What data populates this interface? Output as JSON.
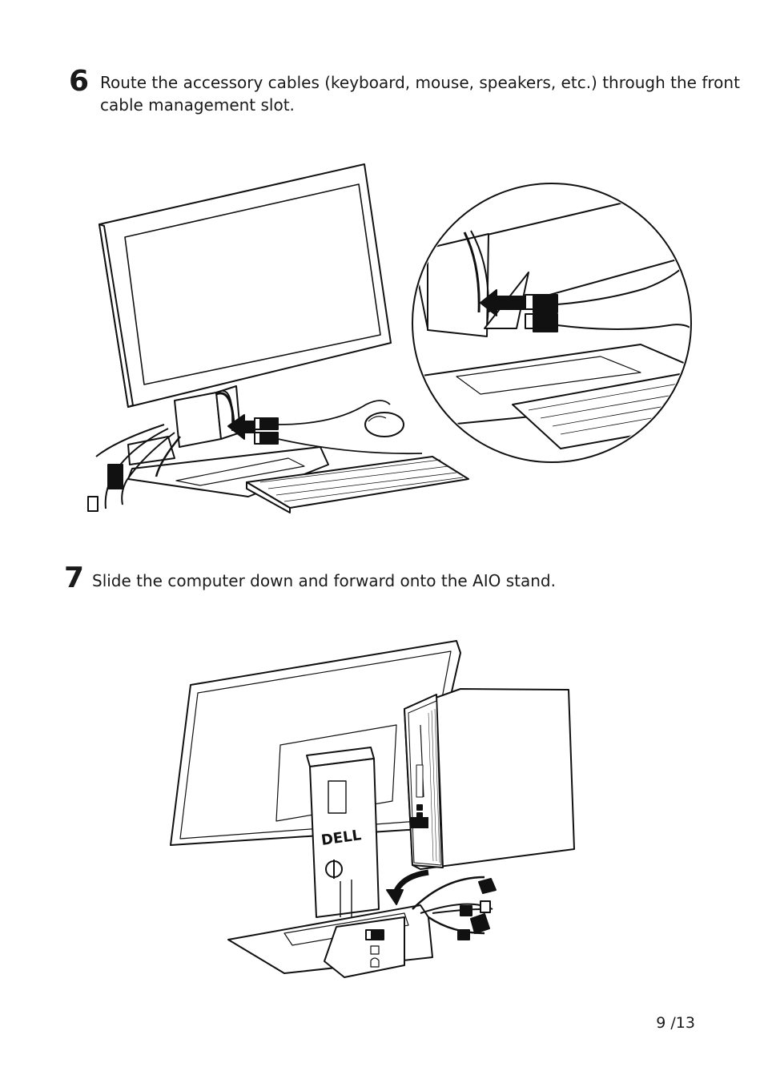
{
  "steps": [
    {
      "number": "6",
      "text_line1": "Route the accessory cables (keyboard, mouse, speakers, etc.) through the front",
      "text_line2": "cable management slot."
    },
    {
      "number": "7",
      "text_line1": "Slide the computer down and forward onto the AIO stand."
    }
  ],
  "figure2": {
    "logo_text": "DELL"
  },
  "footer": {
    "page_number": "9 /13"
  }
}
